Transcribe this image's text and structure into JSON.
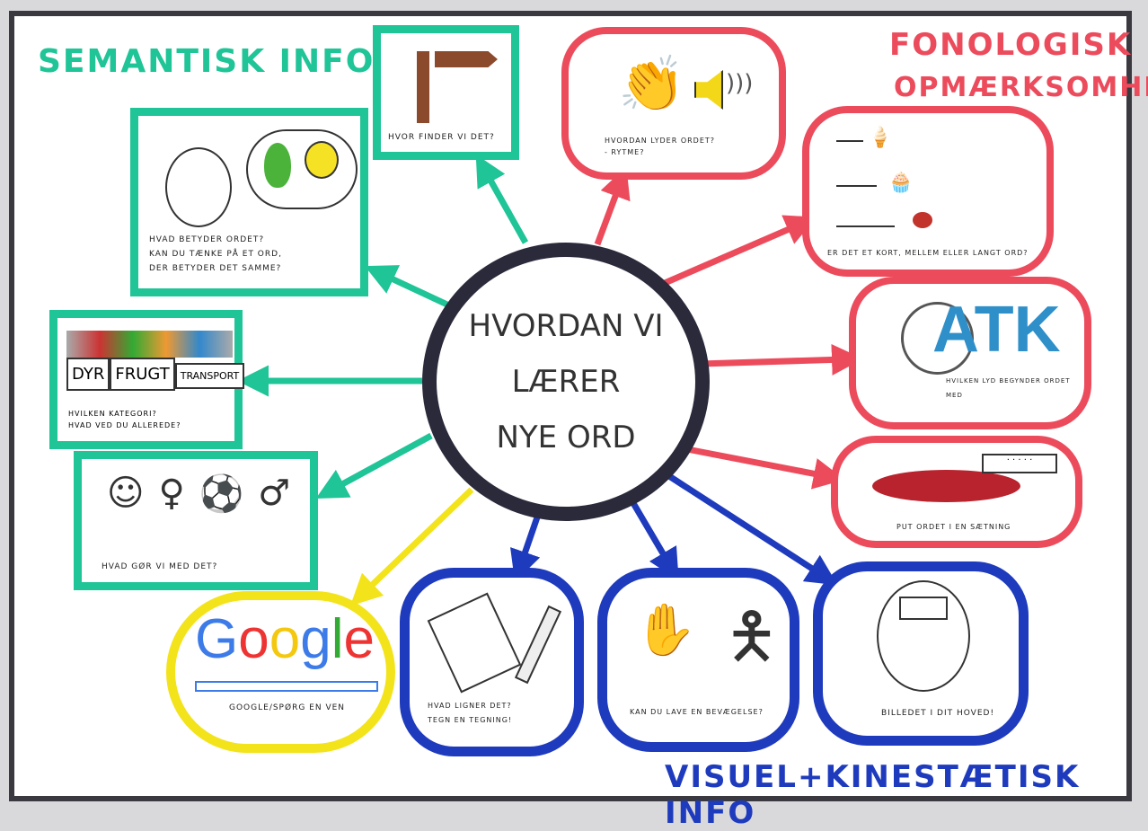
{
  "center": {
    "line1": "HVORDAN VI",
    "line2": "LÆRER",
    "line3": "NYE ORD"
  },
  "headers": {
    "semantic": "SEMANTISK INFO",
    "phono1": "FONOLOGISK",
    "phono2": "OPMÆRKSOMHED",
    "visual": "VISUEL+KINESTÆTISK INFO"
  },
  "semantic": {
    "where": "HVOR FINDER VI DET?",
    "meaning": [
      "HVAD BETYDER ORDET?",
      "KAN DU TÆNKE PÅ ET ORD,",
      "DER BETYDER DET SAMME?"
    ],
    "categories": [
      "DYR",
      "FRUGT",
      "TRANSPORT"
    ],
    "category_q": [
      "HVILKEN KATEGORI?",
      "HVAD VED DU ALLEREDE?"
    ],
    "use": "HVAD GØR VI MED DET?"
  },
  "google": {
    "logo": "Google",
    "caption": "GOOGLE/SPØRG EN VEN"
  },
  "visual": {
    "draw": [
      "HVAD LIGNER DET?",
      "TEGN EN TEGNING!"
    ],
    "move": "KAN DU LAVE EN BEVÆGELSE?",
    "picture": "BILLEDET I DIT HOVED!"
  },
  "phono": {
    "sound": [
      "HVORDAN LYDER ORDET?",
      "- RYTME?"
    ],
    "length": "ER DET ET KORT, MELLEM ELLER LANGT ORD?",
    "atk": "ATK",
    "atk_q": "HVILKEN LYD BEGYNDER ORDET MED",
    "sentence": "PUT ORDET I EN SÆTNING"
  },
  "colors": {
    "semantic": "#1fc497",
    "phono": "#ec4b5c",
    "visual": "#1f3bbd",
    "google": "#f3e31b",
    "center": "#2b2a3b"
  }
}
